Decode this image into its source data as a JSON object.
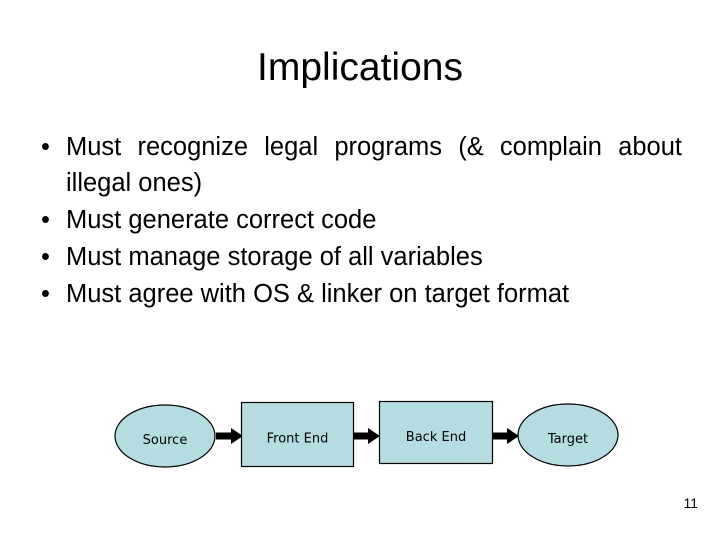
{
  "slide": {
    "title": "Implications",
    "page_number": "11",
    "bullet_marker": "•",
    "bullets": [
      {
        "text": "Must recognize legal programs (& complain about illegal ones)",
        "justified": true
      },
      {
        "text": "Must generate correct code",
        "justified": false
      },
      {
        "text": "Must manage storage of all variables",
        "justified": false
      },
      {
        "text": "Must agree with OS & linker on target format",
        "justified": false
      }
    ],
    "diagram": {
      "name": "compiler-pipeline",
      "shape_fill": "#b5dde1",
      "shape_stroke": "#000000",
      "arrow_color": "#000000",
      "nodes": [
        {
          "id": "source",
          "label": "Source",
          "shape": "ellipse"
        },
        {
          "id": "front-end",
          "label": "Front End",
          "shape": "rectangle"
        },
        {
          "id": "back-end",
          "label": "Back End",
          "shape": "rectangle"
        },
        {
          "id": "target",
          "label": "Target",
          "shape": "ellipse"
        }
      ],
      "arrows": [
        {
          "from": "source",
          "to": "front-end"
        },
        {
          "from": "front-end",
          "to": "back-end"
        },
        {
          "from": "back-end",
          "to": "target"
        }
      ]
    }
  }
}
